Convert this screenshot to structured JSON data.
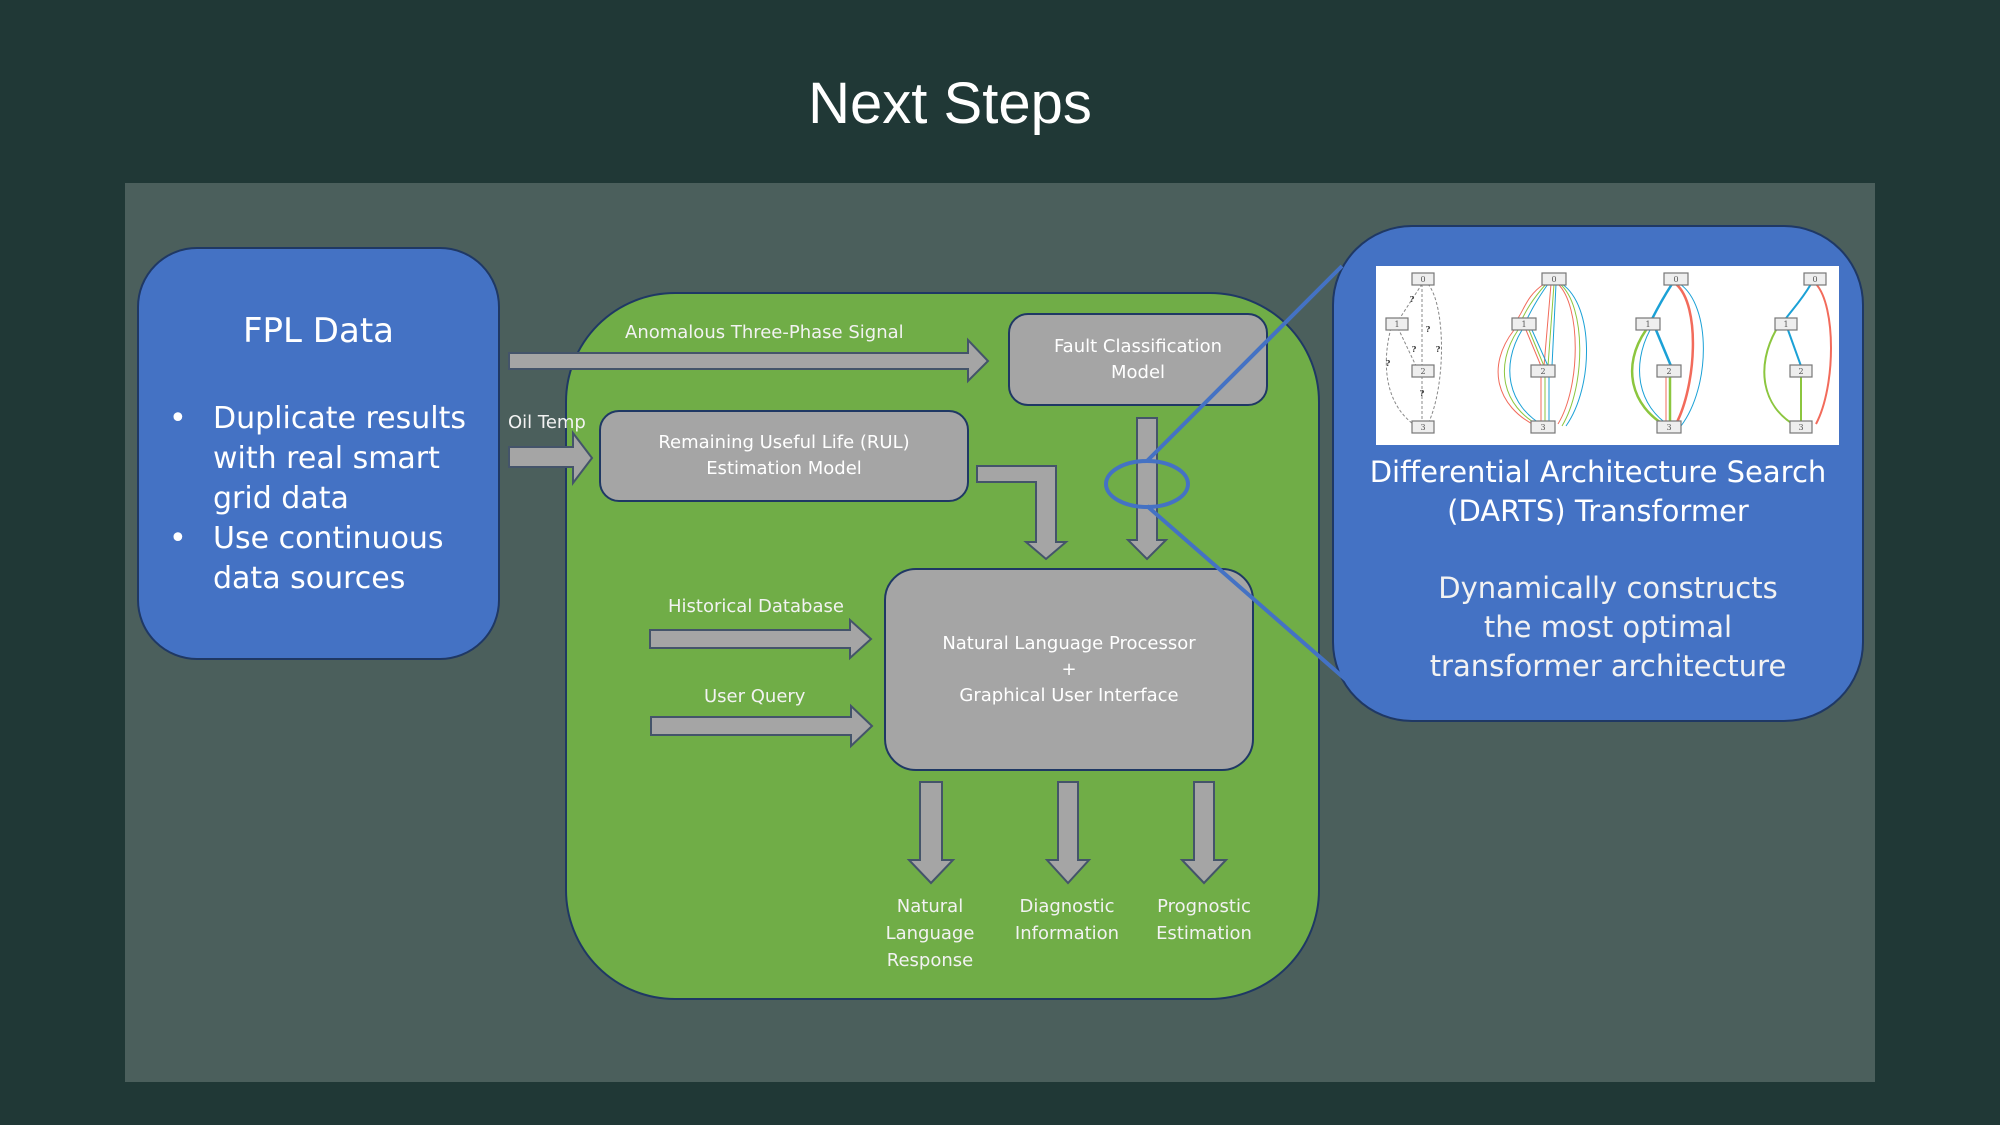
{
  "slide": {
    "title": "Next Steps"
  },
  "fpl_box": {
    "title": "FPL Data",
    "bullets": [
      {
        "marker": "•",
        "text": "Duplicate results with real smart grid data"
      },
      {
        "marker": "•",
        "text": "Use continuous data sources"
      }
    ]
  },
  "pipeline": {
    "inputs": {
      "signal": "Anomalous Three-Phase Signal",
      "oil_temp": "Oil Temp",
      "historical": "Historical Database",
      "user_query": "User Query"
    },
    "models": {
      "fault_line1": "Fault Classification",
      "fault_line2": "Model",
      "rul_line1": "Remaining Useful Life (RUL)",
      "rul_line2": "Estimation Model",
      "nlp_line1": "Natural Language Processor",
      "nlp_plus": "+",
      "nlp_line2": "Graphical User Interface"
    },
    "outputs": [
      {
        "lines": [
          "Natural",
          "Language",
          "Response"
        ]
      },
      {
        "lines": [
          "Diagnostic",
          "Information"
        ]
      },
      {
        "lines": [
          "Prognostic",
          "Estimation"
        ]
      }
    ]
  },
  "darts_box": {
    "title_line1": "Differential Architecture Search",
    "title_line2": "(DARTS) Transformer",
    "desc_line1": "Dynamically constructs",
    "desc_line2": "the most optimal",
    "desc_line3": "transformer architecture",
    "cell_diagrams": [
      {
        "stage": "initial",
        "nodes": [
          "0",
          "1",
          "2",
          "3"
        ],
        "edge_label": "?"
      },
      {
        "stage": "mixed",
        "nodes": [
          "0",
          "1",
          "2",
          "3"
        ]
      },
      {
        "stage": "weighted",
        "nodes": [
          "0",
          "1",
          "2",
          "3"
        ]
      },
      {
        "stage": "final",
        "nodes": [
          "0",
          "1",
          "2",
          "3"
        ]
      }
    ]
  },
  "colors": {
    "background": "#203836",
    "panel": "#4b5f5c",
    "blue_box": "#4472c4",
    "green_box": "#70ad47",
    "grey_box": "#a5a5a5",
    "outline": "#1f3864",
    "callout": "#4472c4",
    "edge_red": "#f26b5b",
    "edge_green": "#8cc63f",
    "edge_blue": "#1ba1d6"
  }
}
